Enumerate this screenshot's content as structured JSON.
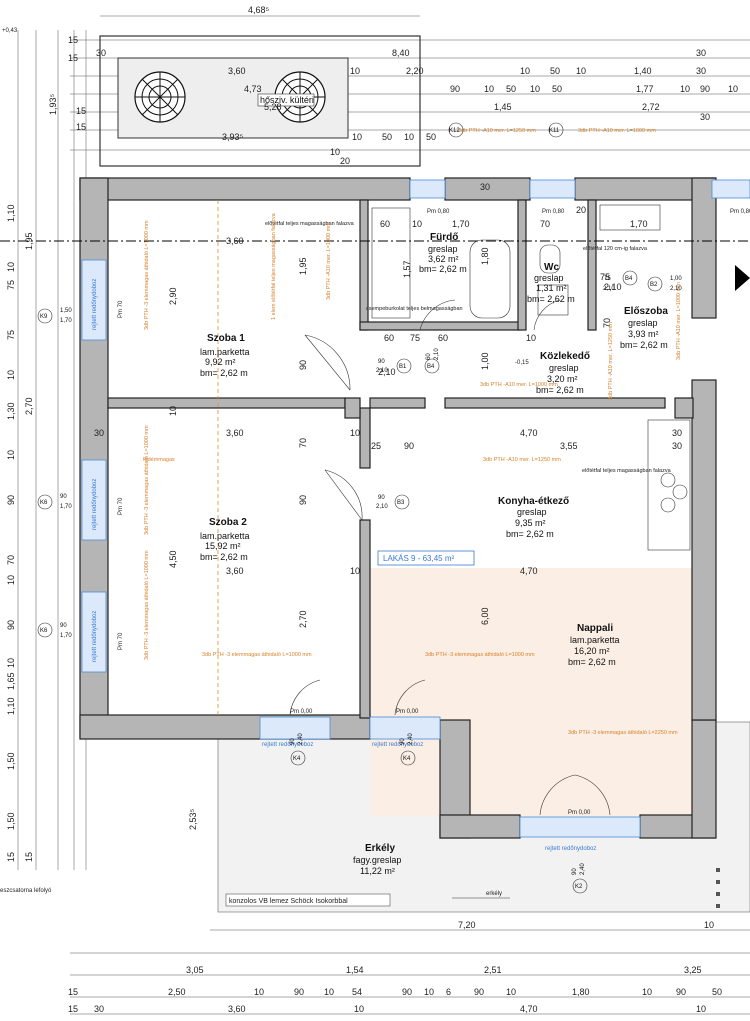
{
  "rooms": {
    "szoba1": {
      "name": "Szoba 1",
      "floor": "lam.parketta",
      "area": "9,92 m²",
      "height": "bm= 2,62 m"
    },
    "szoba2": {
      "name": "Szoba 2",
      "floor": "lam.parketta",
      "area": "15,92 m²",
      "height": "bm= 2,62 m"
    },
    "furdo": {
      "name": "Fürdő",
      "floor": "greslap",
      "area": "3,62 m²",
      "height": "bm= 2,62 m"
    },
    "wc": {
      "name": "Wc",
      "floor": "greslap",
      "area": "1,31 m²",
      "height": "bm= 2,62 m"
    },
    "eloszoba": {
      "name": "Előszoba",
      "floor": "greslap",
      "area": "3,93 m²",
      "height": "bm= 2,62 m"
    },
    "kozlekedo": {
      "name": "Közlekedő",
      "floor": "greslap",
      "area": "3,20 m²",
      "height": "bm= 2,62 m"
    },
    "konyha": {
      "name": "Konyha-étkező",
      "floor": "greslap",
      "area": "9,35 m²",
      "height": "bm= 2,62 m"
    },
    "nappali": {
      "name": "Nappali",
      "floor": "lam.parketta",
      "area": "16,20 m²",
      "height": "bm= 2,62 m"
    },
    "erkely": {
      "name": "Erkély",
      "floor": "fagy.greslap",
      "area": "11,22 m²"
    }
  },
  "apartment_label": "LAKÁS 9 - 63,45 m²",
  "notes": {
    "hoszivattyu": "hősziv. kültéri",
    "konzolos": "konzolos VB lemez Schöck Isokorbbal",
    "eresz": "eszcsatorna lefolyó",
    "erkely_tag": "erkély",
    "csempe": "csempeburkolat teljes belmagasságban",
    "elotetfal": "előtétfal teljes magasságban falazva",
    "elotetfal2": "előtétfal 120 cm-ig falazva",
    "elotetfal3": "előtétfal teljes magasságban falazva",
    "rejtett": "rejtett redőnydoboz",
    "minus015": "-0,15",
    "plus043": "+0,43",
    "pm000": "Pm 0,00",
    "pm080": "Pm 0,80",
    "pm070": "Pm 70"
  },
  "orange_notes": {
    "k12": "3db PTH -A10 mer. L=1250 mm",
    "k11": "3db PTH -A10 mer. L=1000 mm",
    "furdo_v": "3db PTH -A10 mer. L=1000 mm",
    "kozl": "3db PTH -A10 mer. L=1000 mm",
    "konyha": "3db PTH -A10 mer. L=1250 mm",
    "eloszoba_v": "3db PTH -A10 mer. L=1000 mm",
    "szoba1_win": "3db PTH -3 elemmagas áthidaló L=1000 mm",
    "szoba2_win1": "3db PTH -3 elemmagas áthidaló L=1000 mm",
    "szoba2_win2": "3db PTH -3 elemmagas áthidaló L=1000 mm",
    "szoba2_bottom": "3db PTH -3 elemmagas áthidaló L=1000 mm",
    "nappali_door": "3db PTH -3 elemmagas áthidaló L=1000 mm",
    "nappali_bottom": "3db PTH -3 elemmagas áthidaló L=2250 mm",
    "szoba1_vertical": "1 elem előtétfal teljes magasságban falazva",
    "kozl_v": "3db PTH -A10 mer. L=1250 mm",
    "folyoso": "födémmagas"
  },
  "top_dims": {
    "total": "4,68⁵",
    "r1": [
      "30",
      "8,40",
      "30"
    ],
    "r2": [
      "3,60",
      "10",
      "2,20",
      "10",
      "50",
      "10",
      "1,40",
      "30"
    ],
    "r3": [
      "4,73",
      "90",
      "10",
      "50",
      "10",
      "50",
      "1,77",
      "10",
      "90",
      "10"
    ],
    "r4": [
      "5,28",
      "1,45",
      "2,72"
    ],
    "r5": [
      "3,93⁵",
      "10",
      "50",
      "10",
      "50",
      "30"
    ],
    "r6": [
      "10",
      "20",
      "30"
    ]
  },
  "bottom_dims": {
    "r1": [
      "7,20",
      "10"
    ],
    "r2": [
      "3,05",
      "1,54",
      "2,51",
      "3,25"
    ],
    "r3": [
      "15",
      "2,50",
      "10",
      "90",
      "10",
      "54",
      "90",
      "10",
      "6",
      "90",
      "10",
      "1,80",
      "10",
      "90",
      "50"
    ],
    "r4": [
      "15",
      "30",
      "3,60",
      "10",
      "4,70",
      "10"
    ]
  },
  "left_dims": [
    "15",
    "15",
    "1,93⁵",
    "15",
    "15",
    "1,10",
    "1,95",
    "75",
    "10",
    "75",
    "10",
    "2,70",
    "1,30",
    "10",
    "90",
    "70",
    "10",
    "90",
    "10",
    "1,65",
    "1,10",
    "1,50",
    "1,50",
    "15",
    "15"
  ],
  "inner_dims": {
    "h1": [
      "3,60",
      "60",
      "1,70",
      "10",
      "70",
      "20",
      "1,70"
    ],
    "h2": [
      "60",
      "75",
      "2,10",
      "60",
      "10",
      "75",
      "2,10"
    ],
    "h3": [
      "3,60",
      "10",
      "4,70",
      "30"
    ],
    "h4": [
      "30",
      "25",
      "90",
      "3,55",
      "30"
    ],
    "h5": [
      "3,60",
      "10",
      "4,70"
    ],
    "v": [
      "2,90",
      "1,95",
      "90",
      "70",
      "90",
      "4,50",
      "2,70",
      "6,00",
      "1,57",
      "1,80",
      "1,00",
      "70",
      "10",
      "2,53⁵"
    ],
    "door": [
      "90",
      "2,10",
      "60",
      "2,10",
      "90",
      "2,10",
      "1,00",
      "2,10",
      "75",
      "2,10",
      "1,50",
      "1,70",
      "90",
      "1,70",
      "90",
      "1,70",
      "90",
      "2,40",
      "90",
      "2,40",
      "90",
      "2,40"
    ]
  },
  "tags": [
    "K12",
    "K11",
    "K9",
    "K6",
    "K6",
    "K4",
    "K4",
    "K2",
    "B1",
    "B4",
    "B3",
    "B4",
    "B2"
  ]
}
